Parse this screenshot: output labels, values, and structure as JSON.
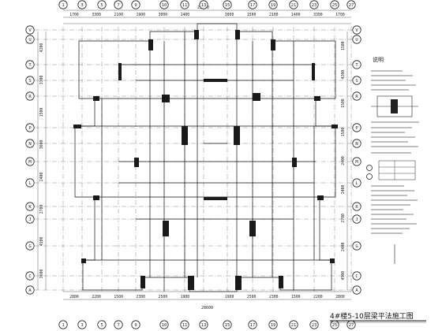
{
  "drawing": {
    "title": "4#楼5-10层梁平法施工图",
    "notes_heading": "说明",
    "top_axes": [
      "1",
      "3",
      "5",
      "7",
      "9",
      "10",
      "11",
      "13",
      "15",
      "17",
      "19",
      "21",
      "23",
      "25",
      "27"
    ],
    "bottom_axes": [
      "1",
      "3",
      "5",
      "7",
      "9",
      "10",
      "11",
      "13",
      "15",
      "17",
      "19",
      "21",
      "23",
      "25",
      "27"
    ],
    "left_axes": [
      "V",
      "U",
      "T",
      "S",
      "R",
      "P",
      "N",
      "M",
      "L",
      "K",
      "J",
      "G",
      "C",
      "A"
    ],
    "top_dims_outer": [
      "1700",
      "3300",
      "2100",
      "1900",
      "3000",
      "1400",
      "",
      "3000",
      "1500",
      "2100",
      "1400",
      "3300",
      "1700"
    ],
    "top_total": "25600",
    "bottom_dims": [
      "2800",
      "2200",
      "1500",
      "2300",
      "2500",
      "1900",
      "",
      "1900",
      "2500",
      "2300",
      "1500",
      "2200",
      "2800"
    ],
    "bottom_total": "28600",
    "left_dims": [
      "4200",
      "3300",
      "1500",
      "3600",
      "2400",
      "2700",
      "4500",
      "3600"
    ],
    "right_dims": [
      "1500",
      "4200",
      "1500",
      "1500",
      "2400",
      "2400",
      "2700",
      "2400",
      "4500"
    ]
  },
  "colors": {
    "ink": "#111111",
    "paper": "#ffffff"
  }
}
